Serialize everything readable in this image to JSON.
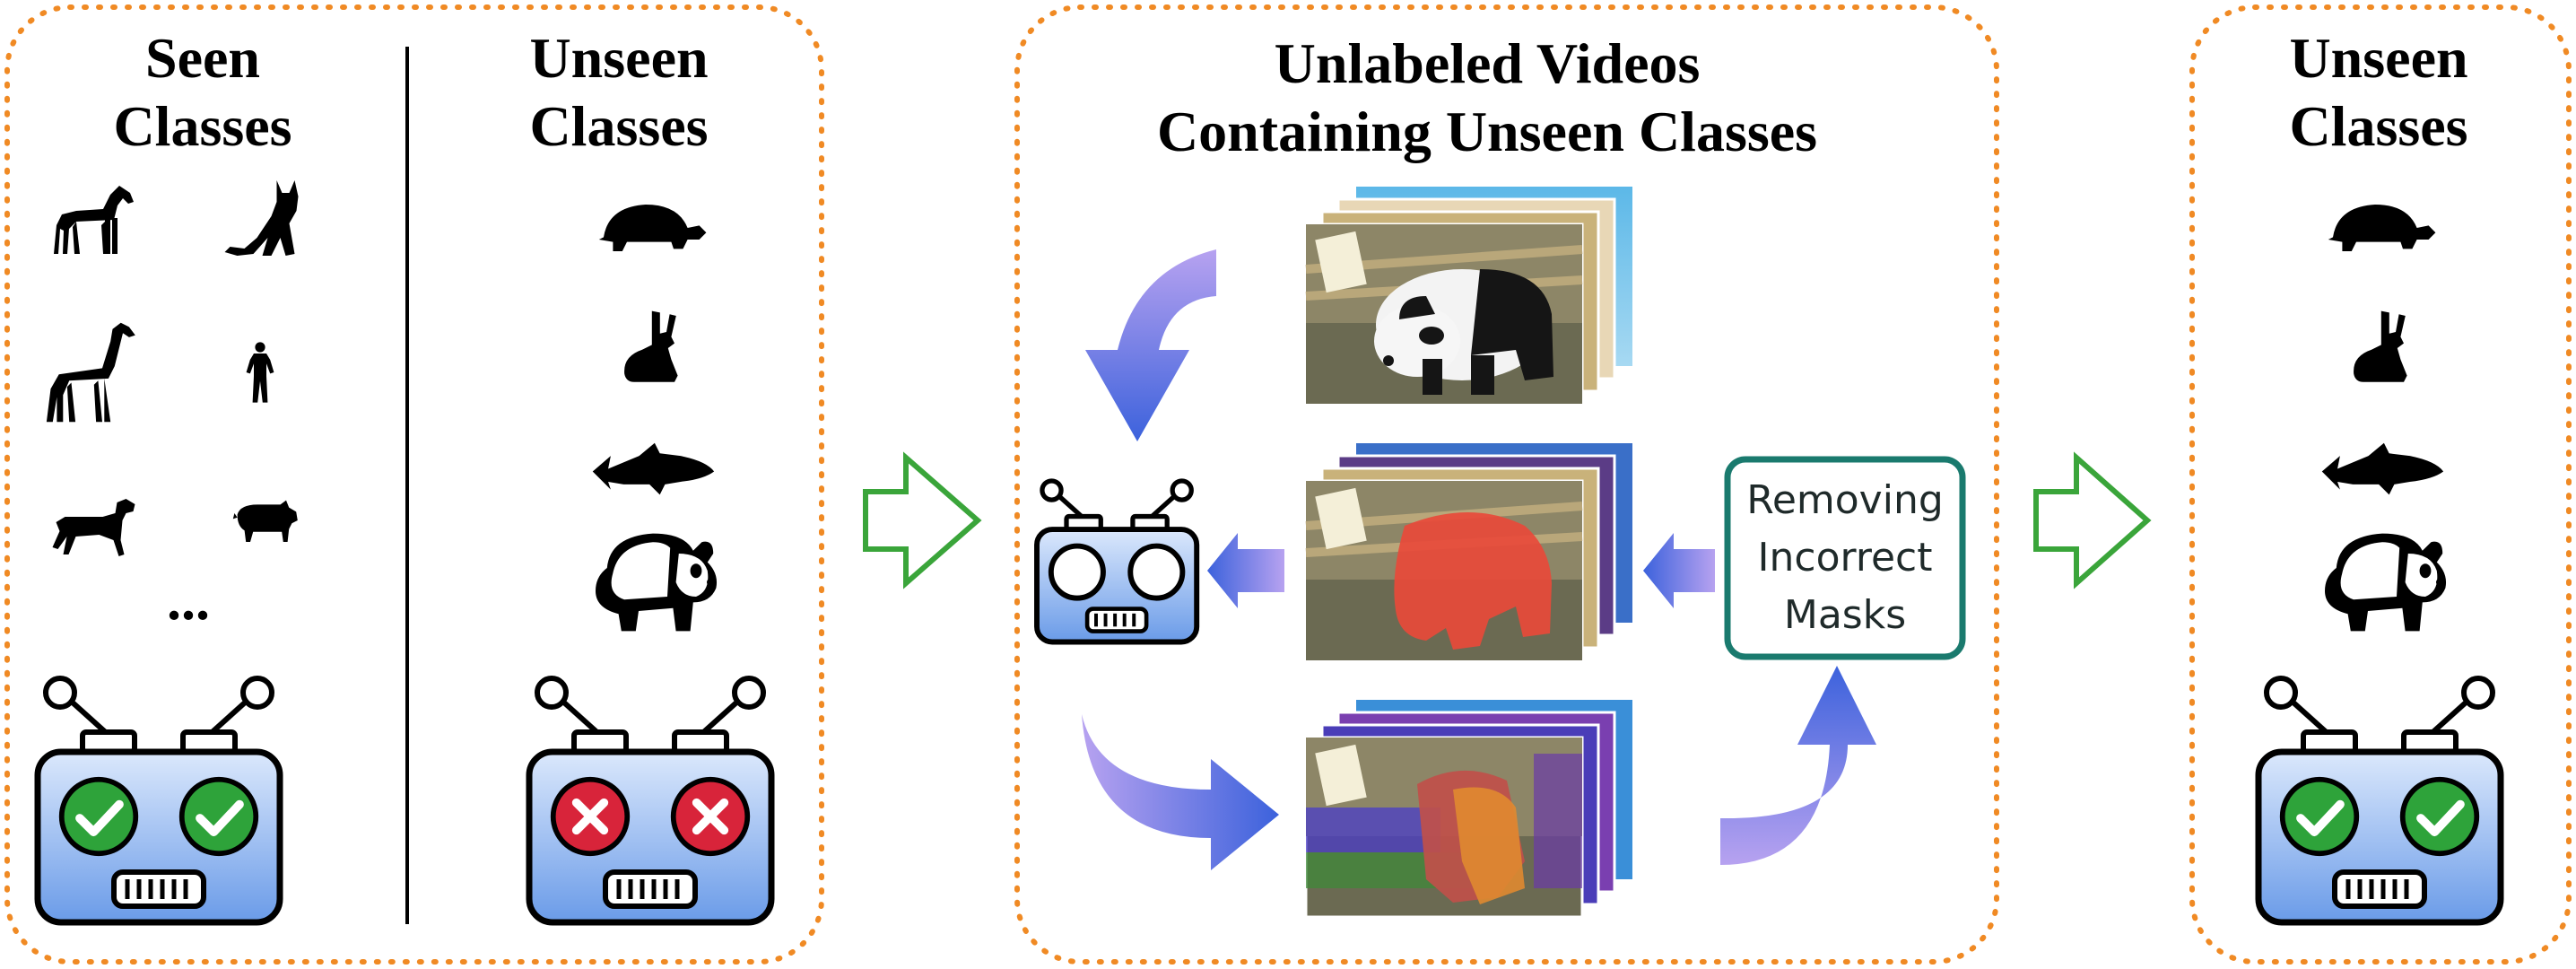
{
  "panel_left": {
    "seen_title": [
      "Seen",
      "Classes"
    ],
    "seen_icons": [
      "horse-icon",
      "cat-icon",
      "giraffe-icon",
      "person-icon",
      "dog-icon",
      "pig-icon"
    ],
    "ellipsis": "...",
    "unseen_title": [
      "Unseen",
      "Classes"
    ],
    "unseen_icons": [
      "turtle-icon",
      "rabbit-icon",
      "fish-icon",
      "panda-icon"
    ],
    "robot_seen_eyes": "check-icon",
    "robot_unseen_eyes": "cross-icon"
  },
  "panel_middle": {
    "title": [
      "Unlabeled Videos",
      "Containing Unseen Classes"
    ],
    "filter_box": [
      "Removing",
      "Incorrect",
      "Masks"
    ],
    "frames": [
      "panda-video-frames-raw",
      "panda-video-frames-correct-mask",
      "panda-video-frames-incorrect-mask"
    ]
  },
  "panel_right": {
    "title": [
      "Unseen",
      "Classes"
    ],
    "icons": [
      "turtle-icon",
      "rabbit-icon",
      "fish-icon",
      "panda-icon"
    ],
    "robot_eyes": "check-icon"
  },
  "colors": {
    "panel_border": "#f08a24",
    "transition_arrow": "#3aa53a",
    "filter_border": "#1a7a6e",
    "check": "#2ea33a",
    "cross": "#d8243a",
    "robot_face_top": "#d8e6fb",
    "robot_face_bottom": "#6f9fe8",
    "cycle_arrow_start": "#b39cef",
    "cycle_arrow_end": "#3f63dd",
    "red_mask": "#e84a3a"
  }
}
